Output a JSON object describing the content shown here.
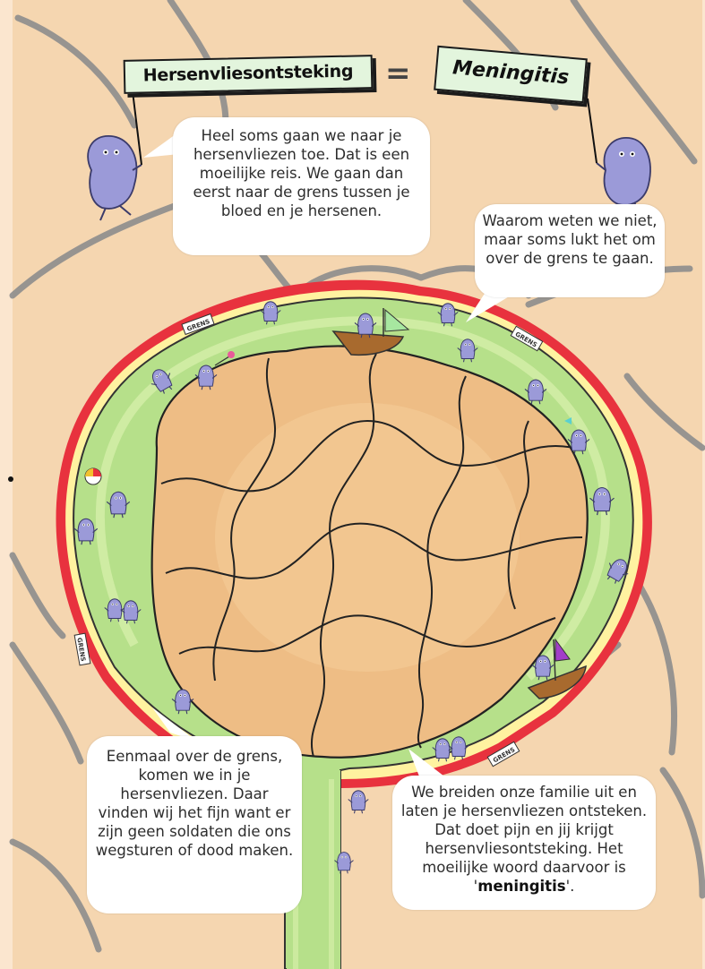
{
  "signs": {
    "left": "Hersenvliesontsteking",
    "right": "Meningitis",
    "equals": "="
  },
  "bubbles": {
    "top_left": "Heel soms gaan we naar je hersenvliezen toe. Dat is een moeilijke reis. We gaan dan eerst naar de grens tussen je bloed en je hersenen.",
    "top_right": "Waarom weten we niet, maar soms lukt het om over de grens te gaan.",
    "bottom_left": "Eenmaal over de grens, komen we in je hersenvliezen. Daar vinden wij het fijn want er zijn geen soldaten die ons wegsturen of dood maken.",
    "bottom_right_before": "We breiden onze familie uit en laten je hersenvliezen ontsteken. Dat doet pijn en jij krijgt hersenvliesontsteking. Het moeilijke woord daarvoor is '",
    "bottom_right_bold": "meningitis",
    "bottom_right_after": "'."
  },
  "border_label": "GRENS",
  "colors": {
    "background": "#f5d6b0",
    "membrane": "#b6e08a",
    "membrane_light": "#d6efa9",
    "brain": "#eebd85",
    "border_red": "#e8323e",
    "border_yellow": "#fff2a0",
    "bacteria": "#9b9ad8",
    "bacteria_dark": "#6e6cb4",
    "vessel_gray": "#8d8d8d"
  }
}
